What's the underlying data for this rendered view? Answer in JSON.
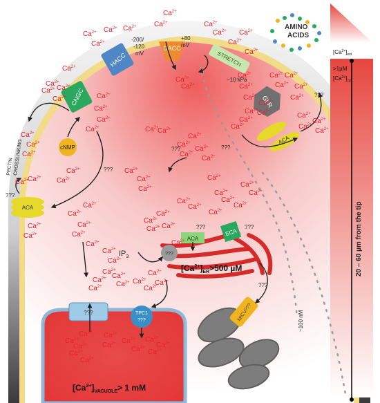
{
  "ion": {
    "base": "Ca",
    "charge": "2+"
  },
  "labels": {
    "haccName": "HACC",
    "haccVoltage": "-200/",
    "haccVoltage2": "-120",
    "haccVoltage3": "mV",
    "daccName": "DACC",
    "daccVoltage": "+80",
    "daccVoltage2": "mV",
    "stretchName": "STRETCH",
    "stretchPressure": "~10 kPa",
    "glrName": "GLR",
    "cngcName": "CNGC",
    "cnmpName": "cNMP",
    "acaName": "ACA",
    "ecaName": "ECA",
    "tpc1Name": "TPC1",
    "tpc1Question": "???",
    "mcuName": "MICU???",
    "vacuoleChannel": "???",
    "ip3": "IP",
    "ip3Sub": "3",
    "erConc": "[Ca",
    "erConcSub": "2+",
    "erConcEnd": "]",
    "erSub": "ER",
    "erValue": ">500 µM",
    "vacuoleConc": "[Ca",
    "vacuoleSub": "VACUOLE",
    "vacuoleValue": "> 1 mM",
    "pectin1": "PECTIN",
    "pectin2": "CROSSLINKING",
    "amino1": "AMINO",
    "amino2": "ACIDS",
    "q": "???",
    "hundredNm": "~100 nM",
    "distance": "20 – 60 µm from the tip",
    "caExt": "[Ca",
    "caExtSub": "ext",
    "gt1uM": ">1µM",
    "caCyt": "[Ca",
    "caCytSub": "cyt"
  },
  "colors": {
    "calcium": "#e8202a",
    "wall": "#e8e8e8",
    "membrane": "#f2dc8a",
    "cytoplasm": "#f26b6b",
    "vacuole": "#e84848",
    "er": "#d92a2a",
    "aca": "#e6d92a",
    "hacc": "#4f87c6",
    "dacc": "#ef8a2e",
    "stretch": "#c8e6b0",
    "glr": "#707070",
    "cngc": "#2aa860",
    "cnmp": "#f0b51e",
    "tpc1": "#3a8fc8"
  }
}
